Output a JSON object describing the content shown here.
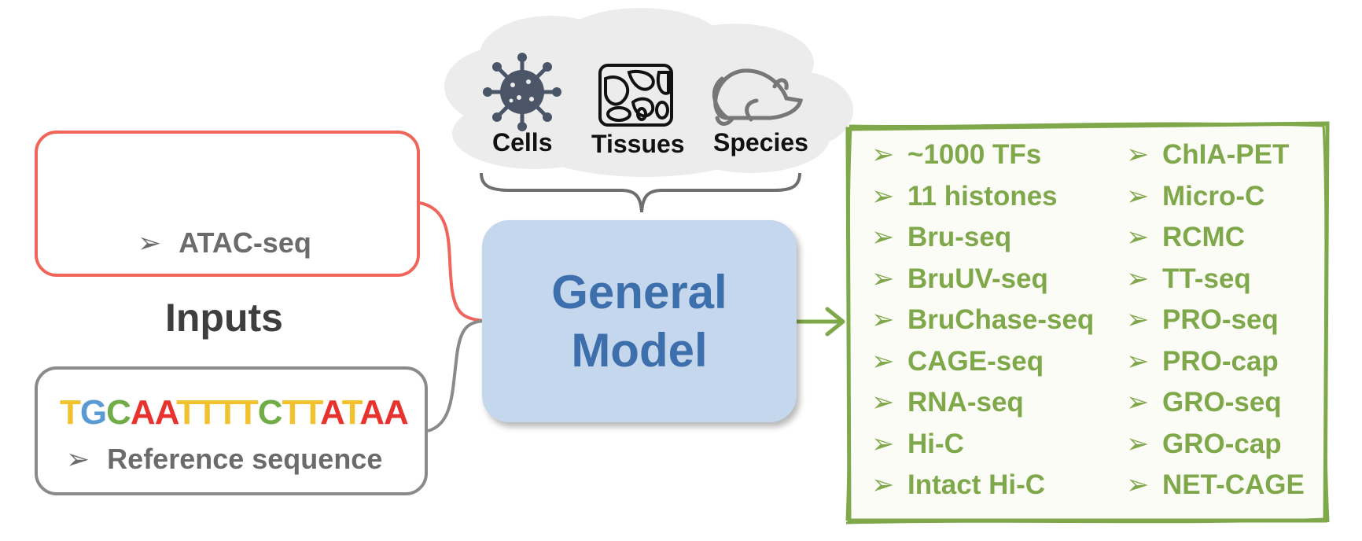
{
  "inputs": {
    "title": "Inputs",
    "atac_label": "ATAC-seq",
    "sequence_letters": [
      {
        "ch": "T",
        "color": "#f2c12e"
      },
      {
        "ch": "G",
        "color": "#5b9bd5"
      },
      {
        "ch": "C",
        "color": "#70ad47"
      },
      {
        "ch": "A",
        "color": "#e8322e"
      },
      {
        "ch": "A",
        "color": "#e8322e"
      },
      {
        "ch": "T",
        "color": "#f2c12e"
      },
      {
        "ch": "T",
        "color": "#f2c12e"
      },
      {
        "ch": "T",
        "color": "#f2c12e"
      },
      {
        "ch": "T",
        "color": "#f2c12e"
      },
      {
        "ch": "C",
        "color": "#70ad47"
      },
      {
        "ch": "T",
        "color": "#f2c12e"
      },
      {
        "ch": "T",
        "color": "#f2c12e"
      },
      {
        "ch": "A",
        "color": "#e8322e"
      },
      {
        "ch": "T",
        "color": "#f2c12e"
      },
      {
        "ch": "A",
        "color": "#e8322e"
      },
      {
        "ch": "A",
        "color": "#e8322e"
      }
    ],
    "reference_label": "Reference sequence",
    "arrow_glyph": "➢"
  },
  "context": {
    "cells": "Cells",
    "tissues": "Tissues",
    "species": "Species"
  },
  "model": {
    "title_line1": "General",
    "title_line2": "Model"
  },
  "outputs": {
    "column1": [
      "~1000 TFs",
      "11 histones",
      "Bru-seq",
      "BruUV-seq",
      "BruChase-seq",
      "CAGE-seq",
      "RNA-seq",
      "Hi-C",
      "Intact Hi-C"
    ],
    "column2": [
      "ChIA-PET",
      "Micro-C",
      "RCMC",
      "TT-seq",
      "PRO-seq",
      "PRO-cap",
      "GRO-seq",
      "GRO-cap",
      "NET-CAGE"
    ]
  },
  "colors": {
    "atac_border": "#f0645a",
    "atac_signal": "#e8322e",
    "reference_border": "#8a8a8a",
    "model_fill": "#c5d7ec",
    "model_text": "#3d6fad",
    "output_green": "#7fa84b",
    "cloud_fill": "#ececec"
  },
  "icons": [
    "virus-cell-icon",
    "tissue-icon",
    "mouse-icon",
    "brace-icon",
    "arrow-right-icon"
  ]
}
